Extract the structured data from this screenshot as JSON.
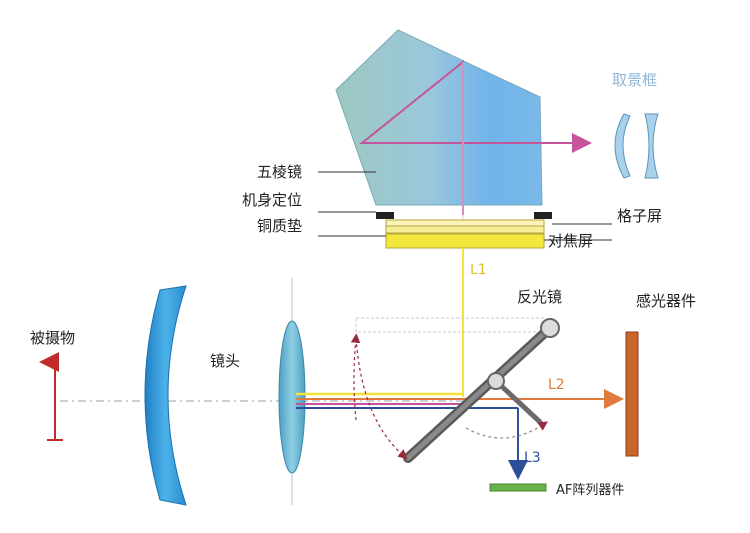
{
  "labels": {
    "viewfinder": "取景框",
    "pentaprism": "五棱镜",
    "body_mount": "机身定位",
    "copper_shim": "铜质垫",
    "grid_screen": "格子屏",
    "focus_screen": "对焦屏",
    "reflex_mirror": "反光镜",
    "sensor": "感光器件",
    "subject": "被摄物",
    "lens": "镜头",
    "af_array": "AF阵列器件"
  },
  "beams": {
    "l1": "L1",
    "l2": "L2",
    "l3": "L3"
  },
  "colors": {
    "prism_fill": "#8cc6d8",
    "beam_yellow": "#f2e23a",
    "beam_magenta": "#c5549a",
    "beam_orange": "#e07b3c",
    "beam_blue": "#2d4f9a",
    "lens_blue": "#3aa0d8",
    "sensor_brown": "#c9642c",
    "subject_red": "#c02c2c",
    "af_green": "#6ab04c"
  }
}
